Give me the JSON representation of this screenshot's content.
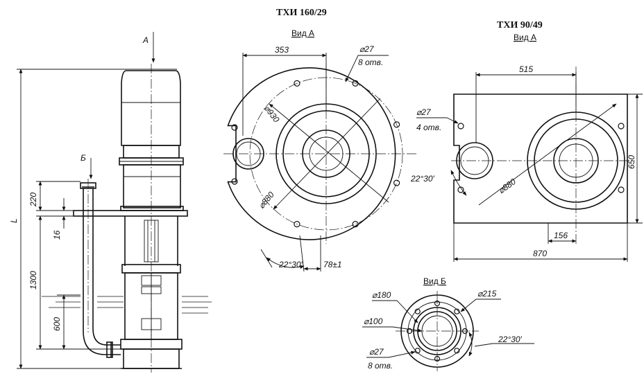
{
  "titles": {
    "left": "ТХИ 160/29",
    "right": "ТХИ 90/49"
  },
  "views": {
    "a1": "Вид А",
    "a2": "Вид А",
    "b": "Вид Б"
  },
  "side_view": {
    "arrow_a": "А",
    "arrow_b": "Б",
    "dim_L": "L",
    "dim_220": "220",
    "dim_16": "16",
    "dim_1300": "1300",
    "dim_600": "600"
  },
  "view_a_160": {
    "dim_353": "353",
    "dim_d27": "⌀27",
    "dim_8holes": "8 отв.",
    "dim_d930": "⌀930",
    "dim_d880": "⌀880",
    "dim_angle": "22°30′",
    "dim_78": "78±1"
  },
  "view_a_90": {
    "dim_515": "515",
    "dim_d27": "⌀27",
    "dim_4holes": "4 отв.",
    "dim_angle": "22°30′",
    "dim_d880": "⌀880",
    "dim_650": "650",
    "dim_156": "156",
    "dim_870": "870"
  },
  "view_b": {
    "dim_d180": "⌀180",
    "dim_d215": "⌀215",
    "dim_d100": "⌀100",
    "dim_d27": "⌀27",
    "dim_8holes": "8 отв.",
    "dim_angle": "22°30′"
  }
}
